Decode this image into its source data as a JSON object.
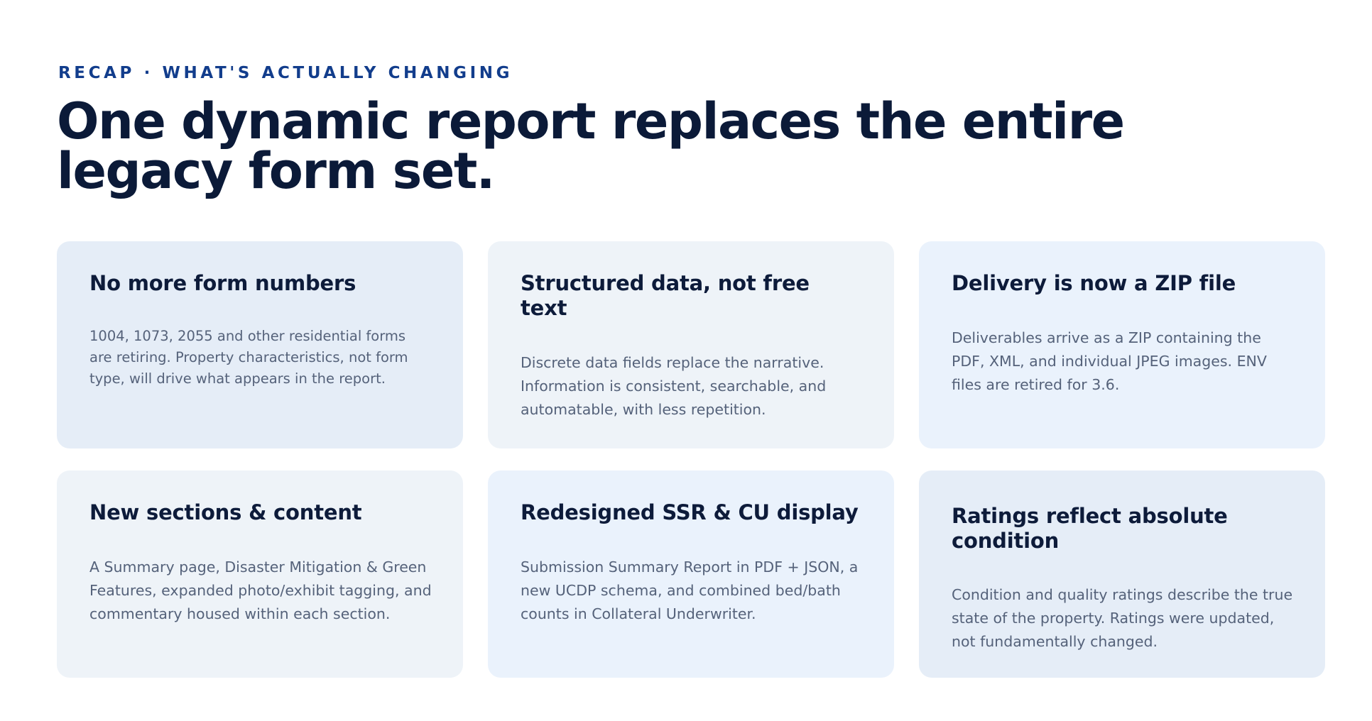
{
  "eyebrow": "RECAP · WHAT'S ACTUALLY CHANGING",
  "headline": "One dynamic report replaces the entire legacy form set.",
  "cards": [
    {
      "title": "No more form numbers",
      "body": "1004, 1073, 2055 and other residential forms are retiring. Property characteristics, not form type, will drive what appears in the report."
    },
    {
      "title": "Structured data, not free text",
      "body": "Discrete data fields replace the narrative. Information is consistent, searchable, and automatable, with less repetition."
    },
    {
      "title": "Delivery is now a ZIP file",
      "body": "Deliverables arrive as a ZIP containing the PDF, XML, and individual JPEG images. ENV files are retired for 3.6."
    },
    {
      "title": "New sections & content",
      "body": "A Summary page, Disaster Mitigation & Green Features, expanded photo/exhibit tagging, and commentary housed within each section."
    },
    {
      "title": "Redesigned SSR & CU display",
      "body": "Submission Summary Report in PDF + JSON, a new UCDP schema, and combined bed/bath counts in Collateral Underwriter."
    },
    {
      "title": "Ratings reflect absolute condition",
      "body": "Condition and quality ratings describe the true state of the property. Ratings were updated, not fundamentally changed."
    }
  ],
  "colors": {
    "eyebrow": "#123d8c",
    "headline": "#0b1a38",
    "body_text": "#55627a",
    "card_blue": "#e5edf7",
    "card_gray": "#eef3f8",
    "card_light": "#eaf2fc"
  }
}
